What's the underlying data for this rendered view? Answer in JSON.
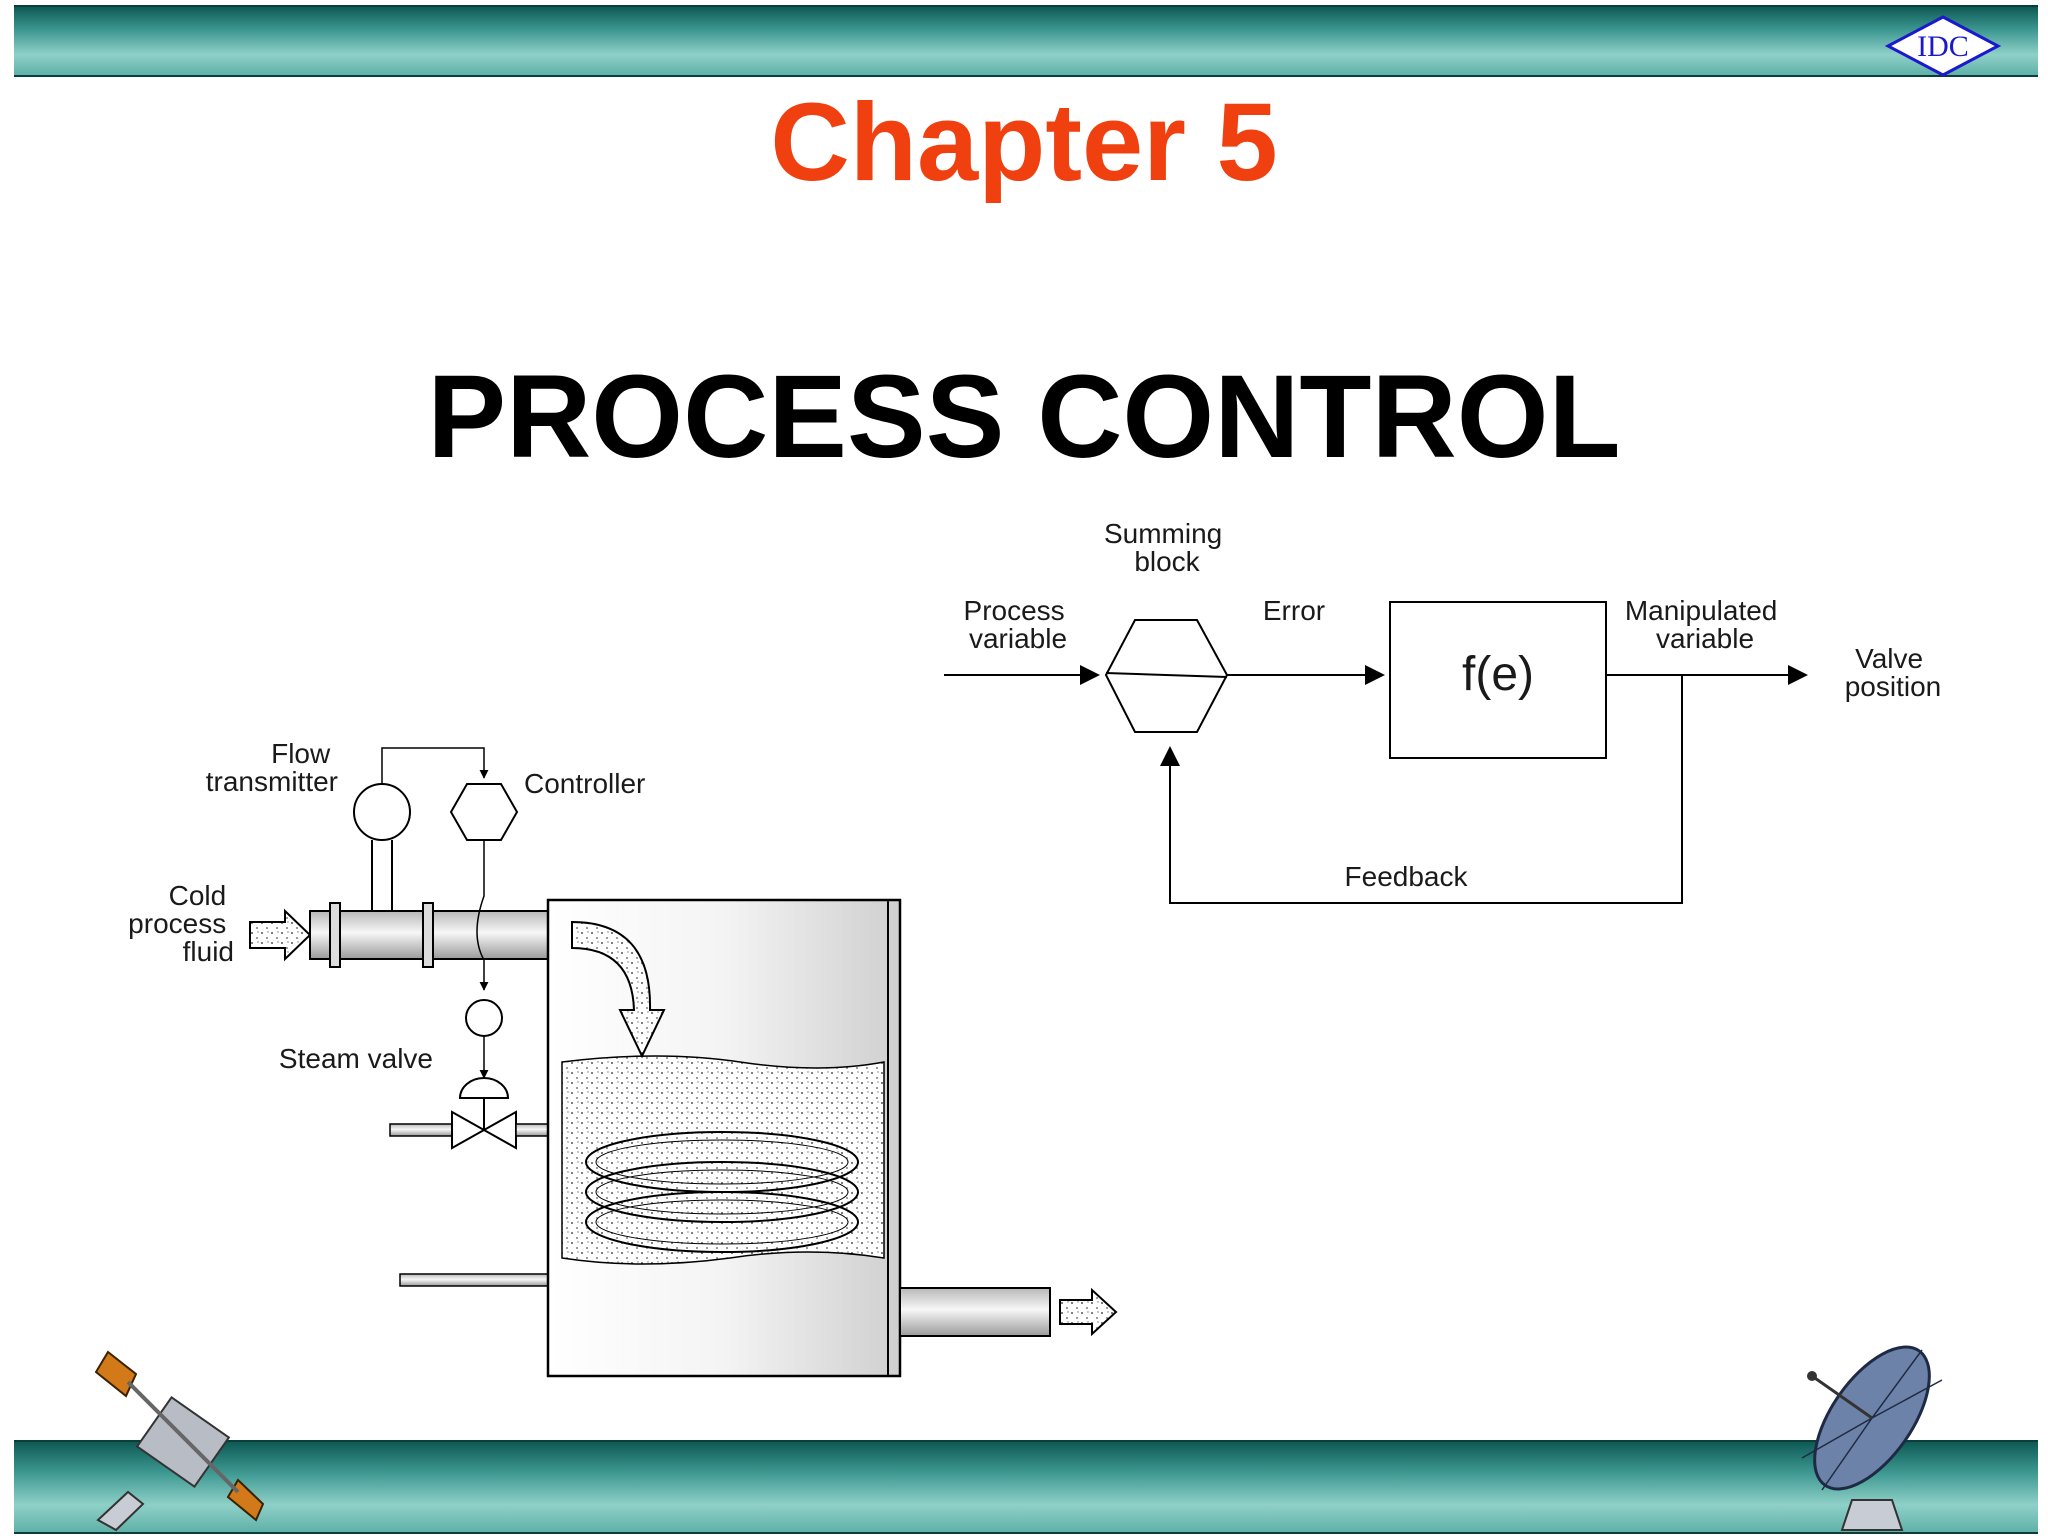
{
  "header": {
    "logo_text": "IDC"
  },
  "title": {
    "chapter": "Chapter 5",
    "main": "PROCESS CONTROL"
  },
  "block_diagram": {
    "summing_block_label": [
      "Summing",
      "block"
    ],
    "process_variable_label": [
      "Process",
      "variable"
    ],
    "error_label": "Error",
    "function_label": "f(e)",
    "manipulated_variable_label": [
      "Manipulated",
      "variable"
    ],
    "valve_position_label": [
      "Valve",
      "position"
    ],
    "feedback_label": "Feedback"
  },
  "process_diagram": {
    "flow_transmitter_label": [
      "Flow",
      "transmitter"
    ],
    "controller_label": "Controller",
    "cold_process_fluid_label": [
      "Cold",
      "process",
      "fluid"
    ],
    "steam_valve_label": "Steam valve"
  },
  "colors": {
    "chapter": "#f04010",
    "title": "#000000",
    "band": "#3f9a93",
    "logo": "#1a1acc"
  },
  "icons": [
    "satellite-icon",
    "satellite-dish-icon"
  ]
}
